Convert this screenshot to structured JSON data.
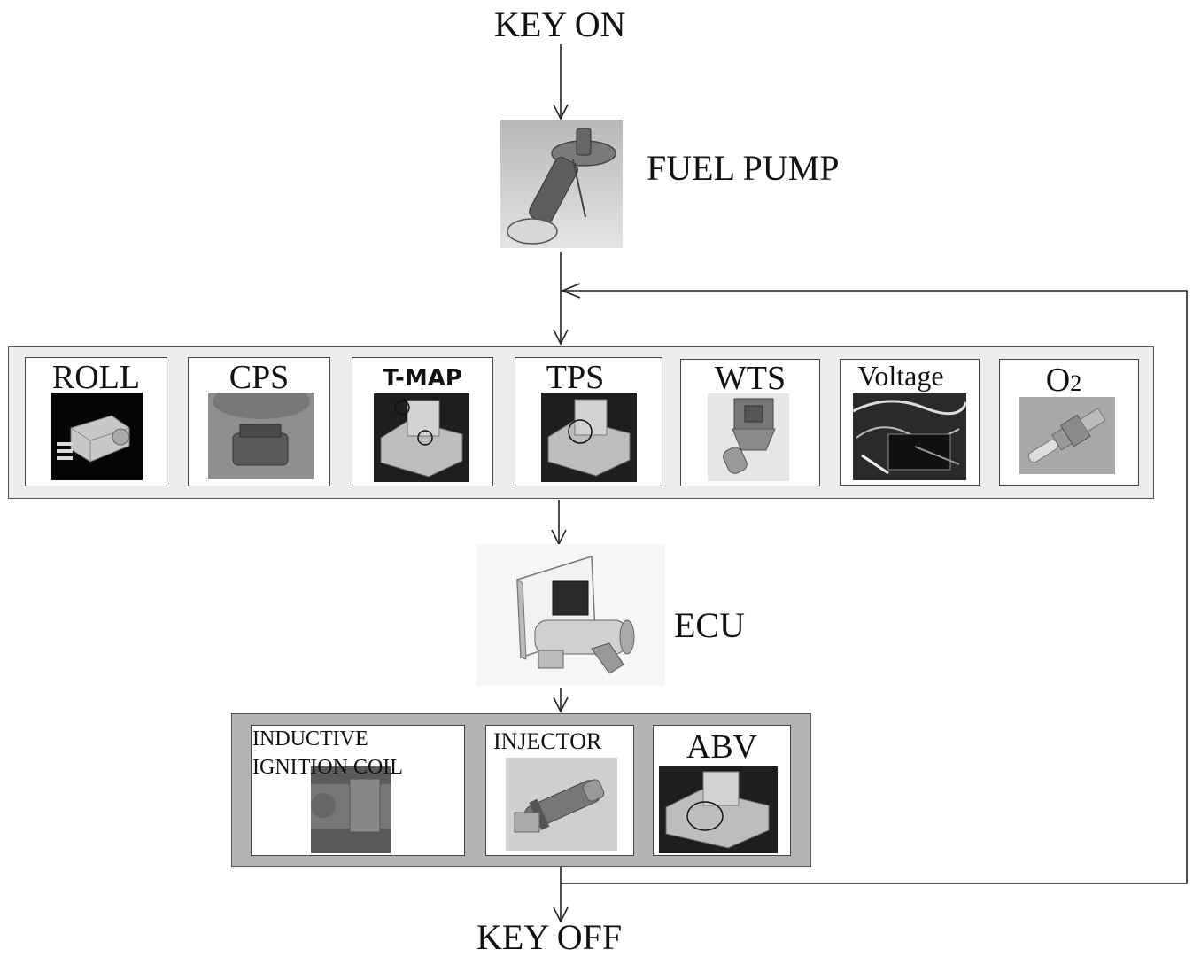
{
  "start_label": "KEY ON",
  "end_label": "KEY OFF",
  "fuel_pump": {
    "label": "FUEL PUMP",
    "icon": "fuel-pump-icon"
  },
  "ecu": {
    "label": "ECU",
    "icon": "ecu-icon"
  },
  "sensors": [
    {
      "label": "ROLL",
      "icon": "roll-sensor-icon"
    },
    {
      "label": "CPS",
      "icon": "cps-sensor-icon"
    },
    {
      "label": "T-MAP",
      "icon": "tmap-sensor-icon"
    },
    {
      "label": "TPS",
      "icon": "tps-sensor-icon"
    },
    {
      "label": "WTS",
      "icon": "wts-sensor-icon"
    },
    {
      "label": "Voltage",
      "icon": "voltage-icon"
    },
    {
      "label": "O",
      "sub": "2",
      "icon": "o2-sensor-icon"
    }
  ],
  "actuators": [
    {
      "label": "INDUCTIVE IGNITION COIL",
      "line1": "INDUCTIVE",
      "line2": "IGNITION COIL",
      "icon": "ignition-coil-icon"
    },
    {
      "label": "INJECTOR",
      "icon": "injector-icon"
    },
    {
      "label": "ABV",
      "icon": "abv-icon"
    }
  ],
  "colors": {
    "sensor_group_bg": "#ececec",
    "actuator_group_bg": "#b4b4b4",
    "line": "#222222"
  }
}
